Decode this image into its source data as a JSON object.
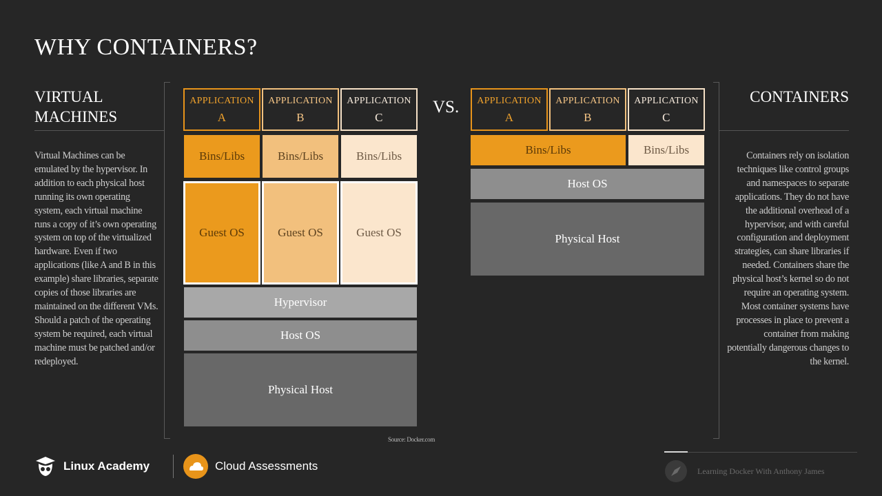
{
  "slide_title": "WHY CONTAINERS?",
  "left": {
    "heading": "VIRTUAL MACHINES",
    "paragraph": "Virtual Machines can be emulated by the hypervisor. In addition to each physical host running its own operating system, each virtual machine runs a copy of it’s own operating system on top of the virtualized hardware. Even if two applications (like A and B in this example) share libraries, separate copies of those libraries are maintained on the different VMs. Should a patch of the operating system be required, each virtual machine must be patched and/or redeployed."
  },
  "right": {
    "heading": "CONTAINERS",
    "paragraph": "Containers rely on isolation techniques like control groups and namespaces to separate applications. They do not have the additional overhead of a hypervisor, and with careful configuration and deployment strategies, can share libraries if needed. Containers share the physical host’s kernel so do not require an operating system. Most container systems have processes in place to prevent a container from making potentially dangerous changes to the kernel."
  },
  "vs_label": "VS.",
  "vm_diagram": {
    "apps": [
      {
        "label": "APPLICATION",
        "letter": "A"
      },
      {
        "label": "APPLICATION",
        "letter": "B"
      },
      {
        "label": "APPLICATION",
        "letter": "C"
      }
    ],
    "bins": [
      "Bins/Libs",
      "Bins/Libs",
      "Bins/Libs"
    ],
    "guest_os": [
      "Guest OS",
      "Guest OS",
      "Guest OS"
    ],
    "hypervisor": "Hypervisor",
    "host_os": "Host OS",
    "physical_host": "Physical Host"
  },
  "container_diagram": {
    "apps": [
      {
        "label": "APPLICATION",
        "letter": "A"
      },
      {
        "label": "APPLICATION",
        "letter": "B"
      },
      {
        "label": "APPLICATION",
        "letter": "C"
      }
    ],
    "bins_shared": "Bins/Libs",
    "bins_c": "Bins/Libs",
    "host_os": "Host OS",
    "physical_host": "Physical Host"
  },
  "source": "Source: Docker.com",
  "footer": {
    "brand1": "Linux Academy",
    "brand2": "Cloud Assessments",
    "watermark": "Learning Docker With Anthony James"
  },
  "colors": {
    "background": "#262626",
    "orange": "#eb9a1d",
    "light_orange": "#f2c07d",
    "pale_orange": "#fbe6cd",
    "hypervisor_gray": "#a8a8a8",
    "host_os_gray": "#8e8e8e",
    "physical_gray": "#686868"
  },
  "icons": [
    "owl-logo-icon",
    "cloud-logo-icon",
    "compass-icon"
  ]
}
